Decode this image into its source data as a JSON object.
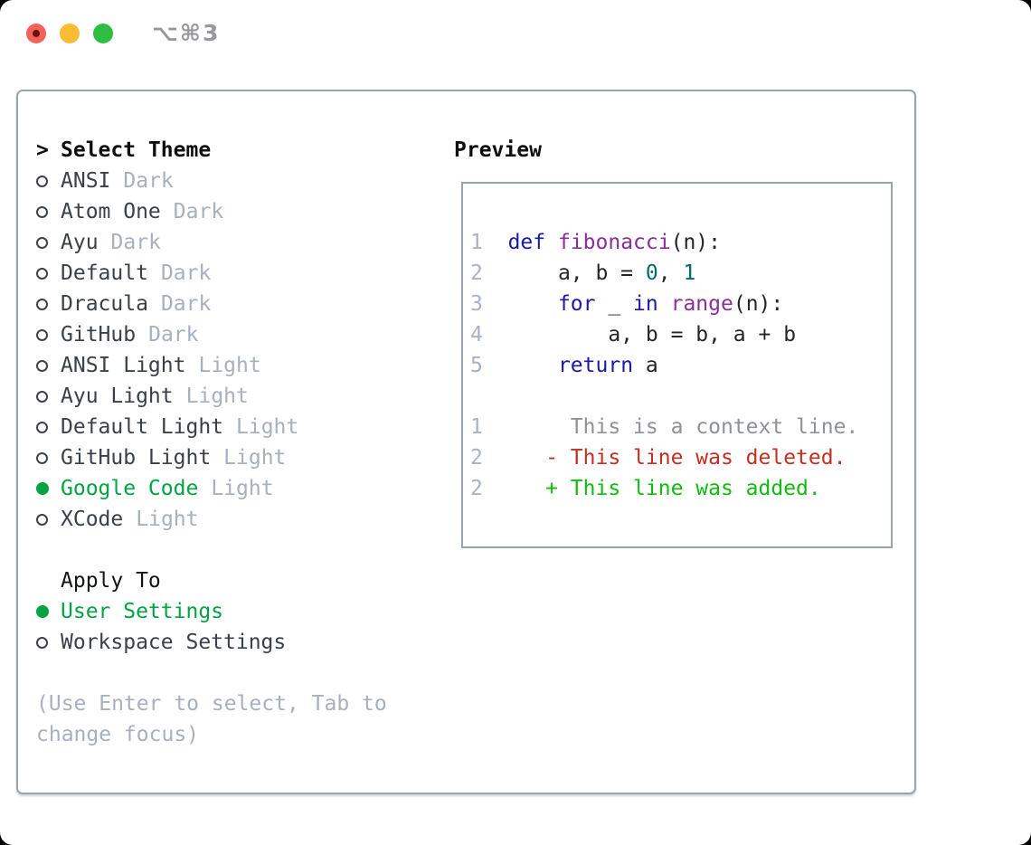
{
  "window": {
    "title": "⌥⌘3",
    "traffic_lights": [
      "close",
      "minimize",
      "zoom"
    ]
  },
  "theme_panel": {
    "header": {
      "prompt": ">",
      "label": "Select Theme"
    },
    "themes": [
      {
        "name": "ANSI",
        "tag": "Dark",
        "selected": false
      },
      {
        "name": "Atom One",
        "tag": "Dark",
        "selected": false
      },
      {
        "name": "Ayu",
        "tag": "Dark",
        "selected": false
      },
      {
        "name": "Default",
        "tag": "Dark",
        "selected": false
      },
      {
        "name": "Dracula",
        "tag": "Dark",
        "selected": false
      },
      {
        "name": "GitHub",
        "tag": "Dark",
        "selected": false
      },
      {
        "name": "ANSI Light",
        "tag": "Light",
        "selected": false
      },
      {
        "name": "Ayu Light",
        "tag": "Light",
        "selected": false
      },
      {
        "name": "Default Light",
        "tag": "Light",
        "selected": false
      },
      {
        "name": "GitHub Light",
        "tag": "Light",
        "selected": false
      },
      {
        "name": "Google Code",
        "tag": "Light",
        "selected": true
      },
      {
        "name": "XCode",
        "tag": "Light",
        "selected": false
      }
    ],
    "apply_to": {
      "label": "Apply To",
      "options": [
        {
          "name": "User Settings",
          "selected": true
        },
        {
          "name": "Workspace Settings",
          "selected": false
        }
      ]
    },
    "help_text": "(Use Enter to select, Tab to change focus)"
  },
  "preview": {
    "label": "Preview",
    "code_lines": [
      {
        "number": "1",
        "tokens": [
          [
            "kw",
            "def"
          ],
          [
            "pl",
            " "
          ],
          [
            "fn",
            "fibonacci"
          ],
          [
            "pl",
            "(n):"
          ]
        ]
      },
      {
        "number": "2",
        "tokens": [
          [
            "pl",
            "    a, b = "
          ],
          [
            "lit",
            "0"
          ],
          [
            "pl",
            ", "
          ],
          [
            "lit",
            "1"
          ]
        ]
      },
      {
        "number": "3",
        "tokens": [
          [
            "pl",
            "    "
          ],
          [
            "kw",
            "for"
          ],
          [
            "pl",
            " _ "
          ],
          [
            "kw",
            "in"
          ],
          [
            "pl",
            " "
          ],
          [
            "fn",
            "range"
          ],
          [
            "pl",
            "(n):"
          ]
        ]
      },
      {
        "number": "4",
        "tokens": [
          [
            "pl",
            "        a, b = b, a + b"
          ]
        ]
      },
      {
        "number": "5",
        "tokens": [
          [
            "pl",
            "    "
          ],
          [
            "kw",
            "return"
          ],
          [
            "pl",
            " a"
          ]
        ]
      }
    ],
    "diff_lines": [
      {
        "number": "1",
        "kind": "ctx",
        "text": "     This is a context line."
      },
      {
        "number": "2",
        "kind": "del",
        "text": "   - This line was deleted."
      },
      {
        "number": "2",
        "kind": "add",
        "text": "   + This line was added."
      }
    ]
  },
  "colors": {
    "selection_green": "#00a442",
    "added_green": "#0fbc0f",
    "deleted_red": "#c52f21",
    "keyword_blue": "#1a1aa8",
    "function_purple": "#8b2f98",
    "literal_teal": "#006b6b",
    "muted_gray": "#a7b0bc",
    "border_gray": "#99a3ad",
    "traffic_red": "#f2635c",
    "traffic_yellow": "#f9bd33",
    "traffic_green": "#2fbe41"
  }
}
